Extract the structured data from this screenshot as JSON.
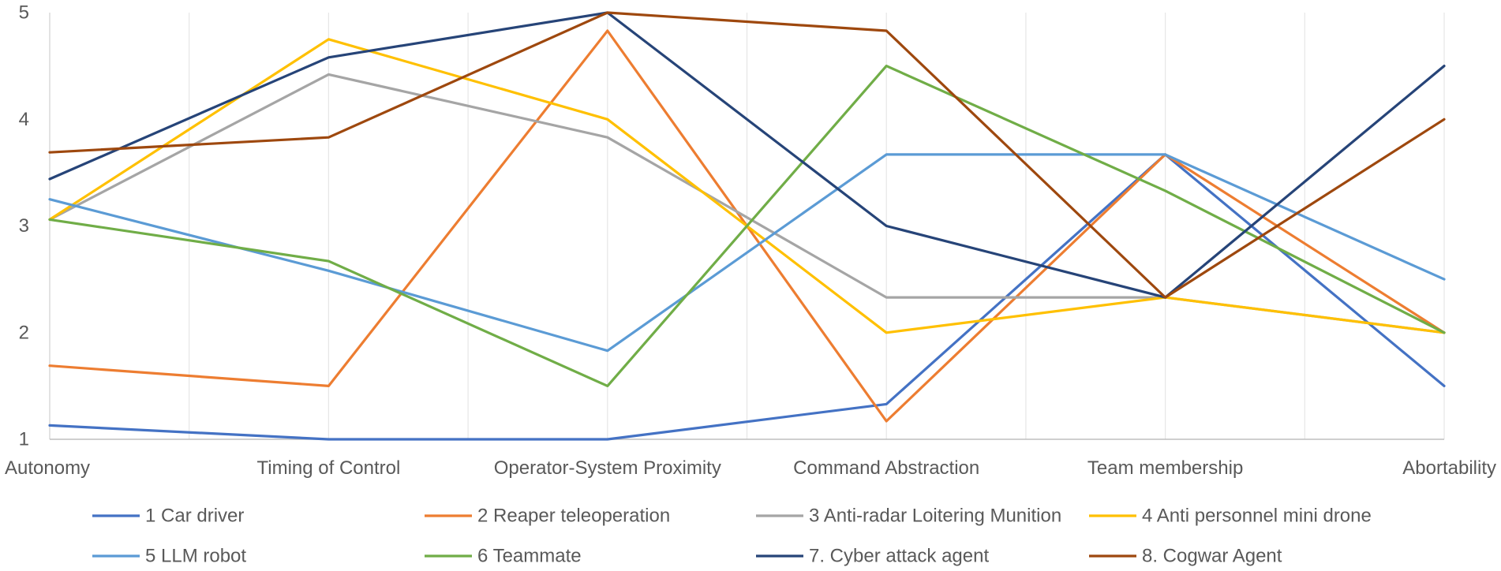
{
  "chart_data": {
    "type": "line",
    "title": "",
    "xlabel": "",
    "ylabel": "",
    "categories": [
      "Autonomy",
      "Timing of Control",
      "Operator-System Proximity",
      "Command Abstraction",
      "Team membership",
      "Abortability"
    ],
    "ylim": [
      1,
      5
    ],
    "yticks": [
      1,
      2,
      3,
      4,
      5
    ],
    "grid": "vertical",
    "legend": "bottom",
    "series": [
      {
        "name": "1 Car driver",
        "color": "#4472C4",
        "values": [
          1.13,
          1.0,
          1.0,
          1.33,
          3.67,
          1.5
        ]
      },
      {
        "name": "2 Reaper teleoperation",
        "color": "#ED7D31",
        "values": [
          1.69,
          1.5,
          4.83,
          1.17,
          3.67,
          2.0
        ]
      },
      {
        "name": "3 Anti-radar Loitering Munition",
        "color": "#A5A5A5",
        "values": [
          3.06,
          4.42,
          3.83,
          2.33,
          2.33,
          2.0
        ]
      },
      {
        "name": "4 Anti personnel mini drone",
        "color": "#FFC000",
        "values": [
          3.06,
          4.75,
          4.0,
          2.0,
          2.33,
          2.0
        ]
      },
      {
        "name": "5 LLM robot",
        "color": "#5B9BD5",
        "values": [
          3.25,
          2.58,
          1.83,
          3.67,
          3.67,
          2.5
        ]
      },
      {
        "name": "6 Teammate",
        "color": "#70AD47",
        "values": [
          3.06,
          2.67,
          1.5,
          4.5,
          3.33,
          2.0
        ]
      },
      {
        "name": "7. Cyber attack agent",
        "color": "#264478",
        "values": [
          3.44,
          4.58,
          5.0,
          3.0,
          2.33,
          4.5
        ]
      },
      {
        "name": "8. Cogwar Agent",
        "color": "#9E480E",
        "values": [
          3.69,
          3.83,
          5.0,
          4.83,
          2.33,
          4.0
        ]
      }
    ]
  }
}
